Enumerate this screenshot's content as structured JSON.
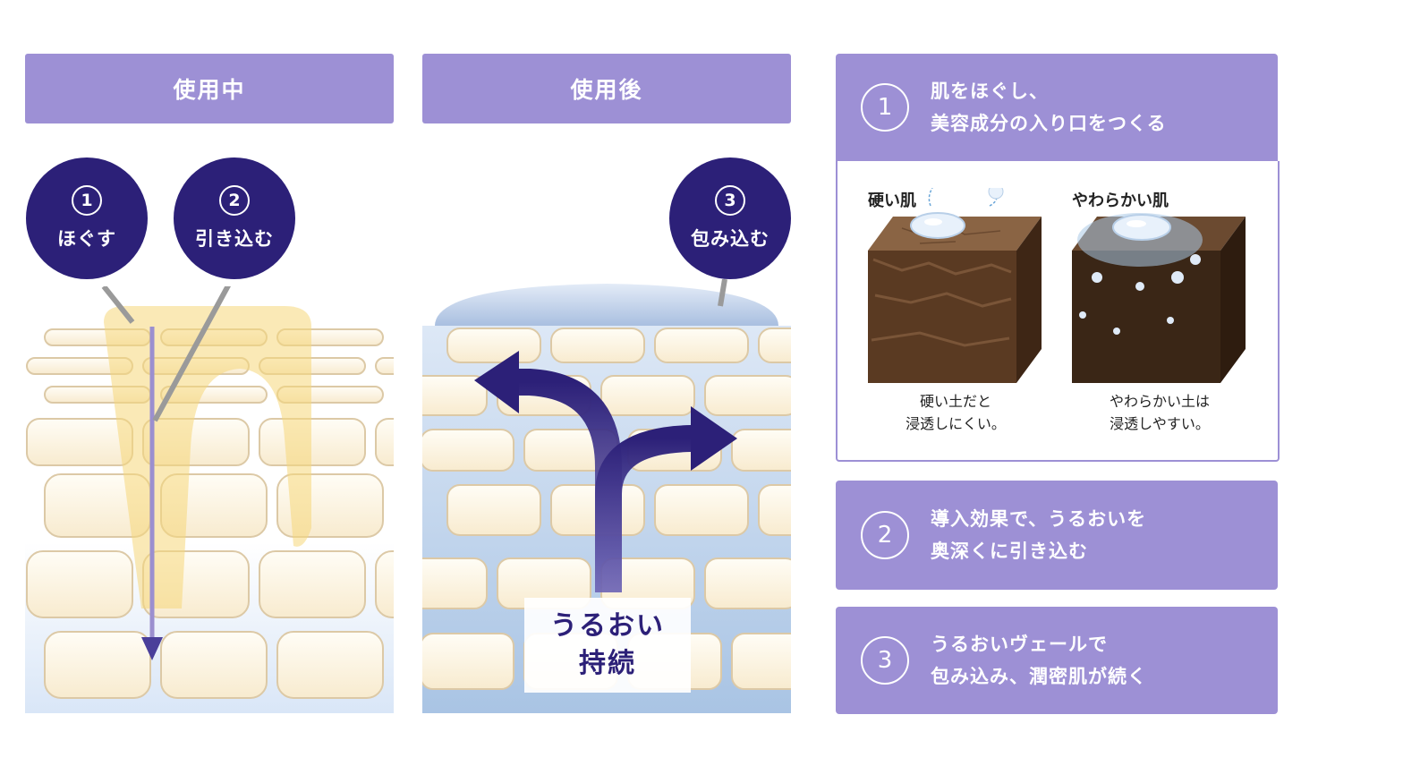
{
  "headers": {
    "during": "使用中",
    "after": "使用後"
  },
  "badges": [
    {
      "num": "1",
      "label": "ほぐす"
    },
    {
      "num": "2",
      "label": "引き込む"
    },
    {
      "num": "3",
      "label": "包み込む"
    }
  ],
  "retain": {
    "line1": "うるおい",
    "line2": "持続"
  },
  "steps": [
    {
      "num": "1",
      "line1": "肌をほぐし、",
      "line2": "美容成分の入り口をつくる"
    },
    {
      "num": "2",
      "line1": "導入効果で、うるおいを",
      "line2": "奥深くに引き込む"
    },
    {
      "num": "3",
      "line1": "うるおいヴェールで",
      "line2": "包み込み、潤密肌が続く"
    }
  ],
  "compare": {
    "hard": {
      "title": "硬い肌",
      "cap1": "硬い土だと",
      "cap2": "浸透しにくい。"
    },
    "soft": {
      "title": "やわらかい肌",
      "cap1": "やわらかい土は",
      "cap2": "浸透しやすい。"
    }
  },
  "colors": {
    "header": "#9d90d5",
    "badge": "#2c2078",
    "arrow": "#2c2078",
    "cell": "#fdf6e6",
    "cell_border": "#dcc9a6",
    "highlight": "#f5d77a",
    "water": "#a9c4e4",
    "soil": "#5a3a22"
  },
  "icons": [
    "circled-number-icon",
    "arrow-down-icon",
    "arrow-left-icon",
    "arrow-right-icon",
    "water-drop-icon",
    "soil-block-icon"
  ]
}
